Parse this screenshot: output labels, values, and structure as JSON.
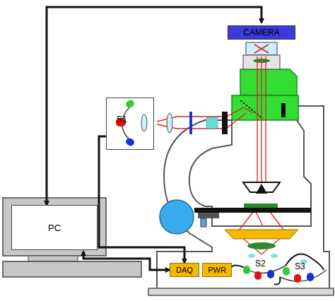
{
  "diagram": {
    "nodes": [
      {
        "text": [
          "CAMERA"
        ]
      },
      {
        "text": [
          "S1"
        ]
      },
      {
        "text": [
          "PC"
        ]
      },
      {
        "text": [
          "DAQ"
        ]
      },
      {
        "text": [
          "PWR"
        ]
      }
    ],
    "edges": [
      {
        "from": 2,
        "to": 0,
        "arrow": "both"
      },
      {
        "from": 2,
        "to": 3,
        "arrow": "both"
      },
      {
        "from": 1,
        "to": 3,
        "arrow": "to"
      }
    ],
    "labels": [
      "S2",
      "S3"
    ]
  }
}
